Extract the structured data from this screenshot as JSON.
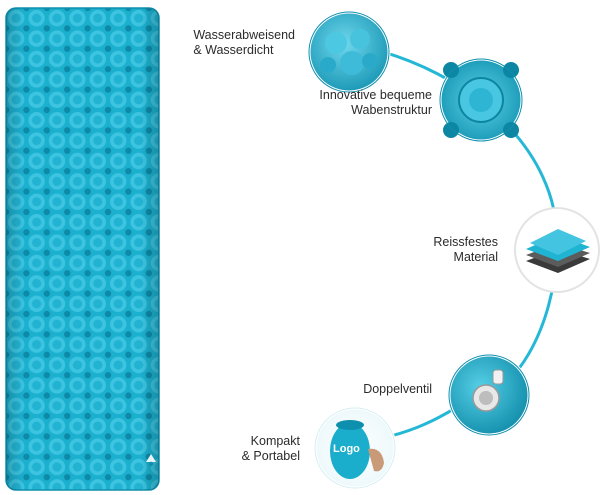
{
  "features": [
    {
      "id": "waterproof",
      "lines": [
        "Wasserabweisend",
        "& Wasserdicht"
      ]
    },
    {
      "id": "honeycomb",
      "lines": [
        "Innovative bequeme",
        "Wabenstruktur"
      ]
    },
    {
      "id": "tearproof",
      "lines": [
        "Reissfestes",
        "Material"
      ]
    },
    {
      "id": "valve",
      "lines": [
        "Doppelventil"
      ]
    },
    {
      "id": "compact",
      "lines": [
        "Kompakt",
        "& Portabel"
      ]
    }
  ],
  "bag_logo_text": "Logo",
  "colors": {
    "mat": "#1fb4d2",
    "mat_dark": "#0f8fae",
    "mat_light": "#5fd2ea",
    "arc": "#25b8d6",
    "text": "#2b2b2b"
  }
}
